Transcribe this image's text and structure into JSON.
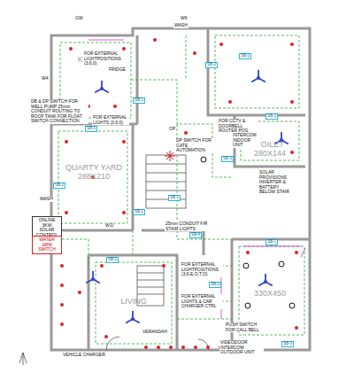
{
  "diagram": {
    "nodes": [
      {
        "text": [
          "KITCHEN"
        ]
      },
      {
        "text": [
          "QUARTY YARD 288X210"
        ]
      },
      {
        "text": [
          "TOILET 280X144"
        ]
      },
      {
        "text": [
          "LIVING"
        ]
      },
      {
        "text": [
          "330X450"
        ]
      },
      {
        "text": [
          "ONLINE 3KW SOLAR CONTROL PANEL"
        ]
      },
      {
        "text": [
          "WATER ARM SWITCH"
        ]
      }
    ],
    "labels": [
      "GW",
      "W6",
      "W4",
      "WASH",
      "DB & DP SWITCH FOR WELL PUMP 25mm CONDUIT ROUTING TO ROOF TANK FOR FLOAT SWITCH CONNECTION",
      "FOR EXTERNAL LIGHTPOSITIONS (3,6,0)",
      "FOR EXTERNAL LIGHTS (3,6,0)",
      "FRIDGE",
      "OP",
      "DP SWITCH FOR GATE AUTOMATION",
      "FOR CCTV & DOORBELL ROUTER POS.",
      "INTERCOM INDOOR UNIT",
      "SOLAR PROVISIONS INVERTER & BATTERY BELOW STAIR",
      "WASH",
      "W.D",
      "25mm CONDUIT F/R STAIR LIGHTS",
      "FOR EXTERNAL LIGHTPOSITIONS (3,6,E,O,T,O)",
      "FOR EXTERNAL LIGHTS & CAR CHARGER CTRL",
      "VERANDAH",
      "PUSH SWITCH FOR CALL BELL",
      "VIDEODOOR INTERCOM OUTDOOR UNIT",
      "VEHICLE CHARGER",
      "SB-1",
      "SB-2",
      "SB-1",
      "SB-3",
      "SB-1",
      "SB-2",
      "SB-4",
      "SB-1",
      "SB-2",
      "SB-1",
      "SB-3",
      "SB-1",
      "SB-2",
      "SB-1"
    ]
  }
}
